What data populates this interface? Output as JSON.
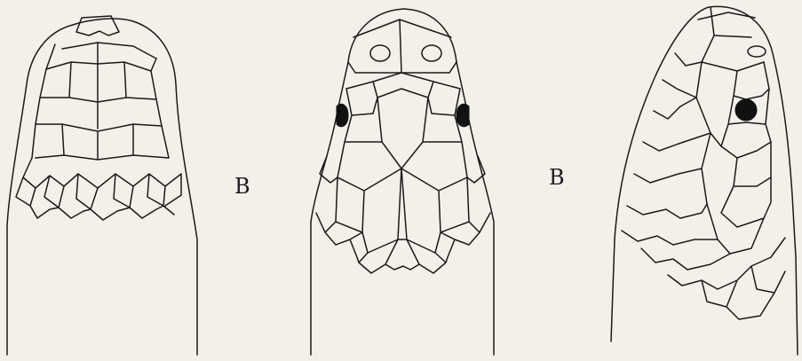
{
  "labels": {
    "label_1": "B",
    "label_2": "B"
  },
  "colors": {
    "paper": "#f3f0e9",
    "ink": "#1a1a1a"
  },
  "figures": [
    "dorsal-view-head",
    "ventral-view-head",
    "lateral-view-head"
  ]
}
